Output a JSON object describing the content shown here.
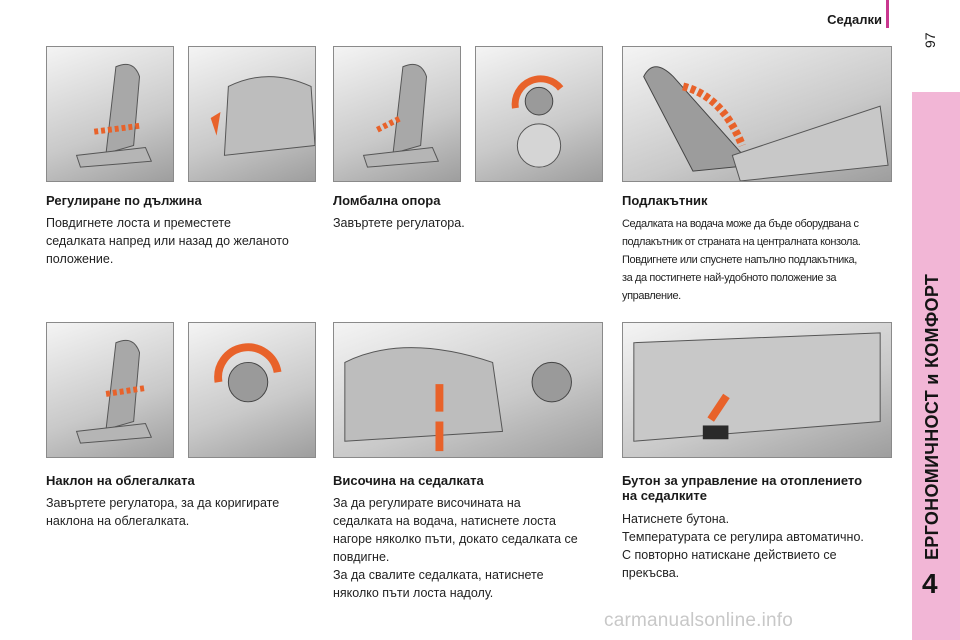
{
  "header": {
    "title": "Седалки",
    "page_number": "97"
  },
  "side_tab": {
    "chapter_title": "ЕРГОНОМИЧНОСТ и КОМФОРТ",
    "chapter_number": "4",
    "color": "#f2b6d6"
  },
  "sections": {
    "fore_aft": {
      "title": "Регулиране по дължина",
      "body": "Повдигнете лоста и преместете\nседалката напред или назад до желаното\nположение."
    },
    "lumbar": {
      "title": "Ломбална опора",
      "body": "Завъртете регулатора."
    },
    "armrest": {
      "title": "Подлакътник",
      "body": "Седалката на водача може да бъде оборудвана с\nподлакътник от страната на централната конзола.\nПовдигнете или спуснете напълно подлакътника,\nза да постигнете най-удобното положение за\nуправление."
    },
    "recline": {
      "title": "Наклон на облегалката",
      "body": "Завъртете регулатора, за да коригирате\nнаклона на облегалката."
    },
    "height": {
      "title": "Височина на седалката",
      "body": "За да регулирате височината на\nседалката на водача, натиснете лоста\nнагоре няколко пъти, докато седалката се\nповдигне.\nЗа да свалите седалката, натиснете\nняколко пъти лоста надолу."
    },
    "heating": {
      "title": "Бутон за управление на отоплението\nна седалките",
      "body": "Натиснете бутона.\nТемпературата се регулира автоматично.\nС повторно натискане действието се\nпрекъсва."
    }
  },
  "watermark": "carmanualsonline.info",
  "colors": {
    "accent": "#c9368e",
    "arrow": "#e8622a"
  }
}
